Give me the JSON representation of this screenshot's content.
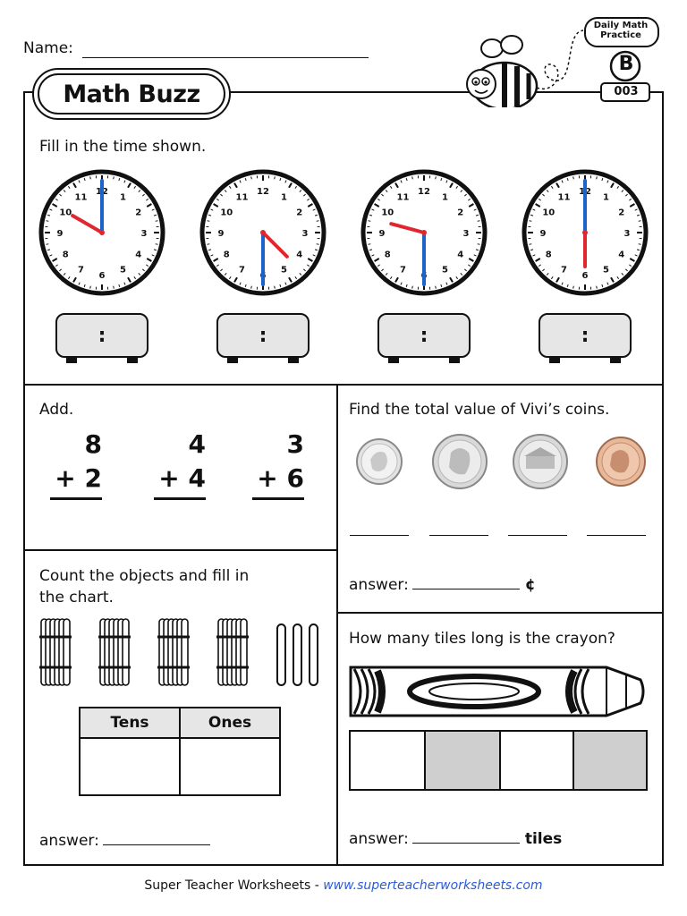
{
  "header": {
    "name_label": "Name:",
    "title": "Math Buzz",
    "badge": {
      "line1": "Daily Math",
      "line2": "Practice",
      "level": "B",
      "number": "003"
    }
  },
  "time_section": {
    "prompt": "Fill in the time shown.",
    "clocks": [
      {
        "hour_hand_deg": 300,
        "minute_hand_deg": 0,
        "time_box": ":"
      },
      {
        "hour_hand_deg": 135,
        "minute_hand_deg": 180,
        "time_box": ":"
      },
      {
        "hour_hand_deg": 285,
        "minute_hand_deg": 180,
        "time_box": ":"
      },
      {
        "hour_hand_deg": 180,
        "minute_hand_deg": 0,
        "time_box": ":"
      }
    ],
    "clock_numbers": [
      "12",
      "1",
      "2",
      "3",
      "4",
      "5",
      "6",
      "7",
      "8",
      "9",
      "10",
      "11"
    ]
  },
  "add_section": {
    "prompt": "Add.",
    "problems": [
      {
        "top": "8",
        "bottom": "+ 2"
      },
      {
        "top": "4",
        "bottom": "+ 4"
      },
      {
        "top": "3",
        "bottom": "+ 6"
      }
    ]
  },
  "coins_section": {
    "prompt": "Find the total value of Vivi’s coins.",
    "coins": [
      "dime",
      "nickel",
      "nickel",
      "penny"
    ],
    "answer_label": "answer:",
    "answer_unit": "¢"
  },
  "count_section": {
    "prompt_line1": "Count the objects and fill in",
    "prompt_line2": "the chart.",
    "bundles": 4,
    "singles": 3,
    "table_headers": [
      "Tens",
      "Ones"
    ],
    "answer_label": "answer:"
  },
  "crayon_section": {
    "prompt": "How many tiles long is the crayon?",
    "answer_label": "answer:",
    "answer_unit": "tiles"
  },
  "footer": {
    "text": "Super Teacher Worksheets - ",
    "link": "www.superteacherworksheets.com"
  }
}
